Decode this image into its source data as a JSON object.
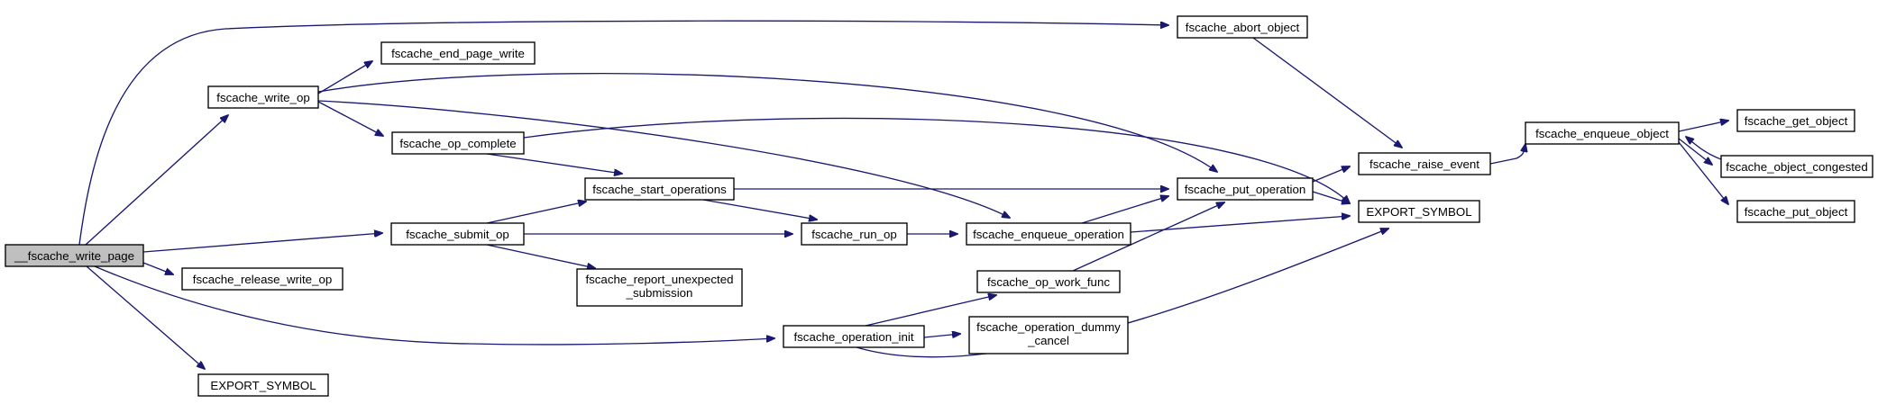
{
  "diagram": {
    "type": "call-graph",
    "colors": {
      "edge": "#191970",
      "node_border": "#000000",
      "root_fill": "#bfbfbf",
      "node_fill": "#ffffff"
    },
    "nodes": [
      {
        "id": "n0",
        "lines": [
          "__fscache_write_page"
        ],
        "root": true
      },
      {
        "id": "n1",
        "lines": [
          "fscache_abort_object"
        ]
      },
      {
        "id": "n2",
        "lines": [
          "fscache_raise_event"
        ]
      },
      {
        "id": "n3",
        "lines": [
          "fscache_enqueue_object"
        ]
      },
      {
        "id": "n4",
        "lines": [
          "fscache_get_object"
        ]
      },
      {
        "id": "n5",
        "lines": [
          "fscache_object_congested"
        ]
      },
      {
        "id": "n6",
        "lines": [
          "fscache_put_object"
        ]
      },
      {
        "id": "n7",
        "lines": [
          "fscache_write_op"
        ]
      },
      {
        "id": "n8",
        "lines": [
          "fscache_end_page_write"
        ]
      },
      {
        "id": "n9",
        "lines": [
          "fscache_op_complete"
        ]
      },
      {
        "id": "n10",
        "lines": [
          "EXPORT_SYMBOL"
        ]
      },
      {
        "id": "n11",
        "lines": [
          "fscache_start_operations"
        ]
      },
      {
        "id": "n12",
        "lines": [
          "fscache_put_operation"
        ]
      },
      {
        "id": "n13",
        "lines": [
          "fscache_run_op"
        ]
      },
      {
        "id": "n14",
        "lines": [
          "fscache_enqueue_operation"
        ]
      },
      {
        "id": "n15",
        "lines": [
          "fscache_submit_op"
        ]
      },
      {
        "id": "n16",
        "lines": [
          "fscache_report_unexpected",
          "_submission"
        ]
      },
      {
        "id": "n17",
        "lines": [
          "fscache_release_write_op"
        ]
      },
      {
        "id": "n18",
        "lines": [
          "fscache_operation_init"
        ]
      },
      {
        "id": "n19",
        "lines": [
          "fscache_op_work_func"
        ]
      },
      {
        "id": "n20",
        "lines": [
          "fscache_operation_dummy",
          "_cancel"
        ]
      },
      {
        "id": "n21",
        "lines": [
          "EXPORT_SYMBOL"
        ]
      }
    ],
    "edges": [
      {
        "from": "n0",
        "to": "n1"
      },
      {
        "from": "n0",
        "to": "n7"
      },
      {
        "from": "n0",
        "to": "n15"
      },
      {
        "from": "n0",
        "to": "n17"
      },
      {
        "from": "n0",
        "to": "n18"
      },
      {
        "from": "n0",
        "to": "n21"
      },
      {
        "from": "n1",
        "to": "n2"
      },
      {
        "from": "n2",
        "to": "n3"
      },
      {
        "from": "n3",
        "to": "n4"
      },
      {
        "from": "n3",
        "to": "n5"
      },
      {
        "from": "n3",
        "to": "n6"
      },
      {
        "from": "n5",
        "to": "n3"
      },
      {
        "from": "n7",
        "to": "n8"
      },
      {
        "from": "n7",
        "to": "n9"
      },
      {
        "from": "n7",
        "to": "n12"
      },
      {
        "from": "n7",
        "to": "n14"
      },
      {
        "from": "n9",
        "to": "n10"
      },
      {
        "from": "n9",
        "to": "n11"
      },
      {
        "from": "n11",
        "to": "n12"
      },
      {
        "from": "n11",
        "to": "n13"
      },
      {
        "from": "n12",
        "to": "n2"
      },
      {
        "from": "n12",
        "to": "n10"
      },
      {
        "from": "n13",
        "to": "n14"
      },
      {
        "from": "n14",
        "to": "n12"
      },
      {
        "from": "n14",
        "to": "n10"
      },
      {
        "from": "n15",
        "to": "n11"
      },
      {
        "from": "n15",
        "to": "n13"
      },
      {
        "from": "n15",
        "to": "n16"
      },
      {
        "from": "n18",
        "to": "n19"
      },
      {
        "from": "n18",
        "to": "n20"
      },
      {
        "from": "n18",
        "to": "n10"
      },
      {
        "from": "n19",
        "to": "n12"
      }
    ]
  }
}
